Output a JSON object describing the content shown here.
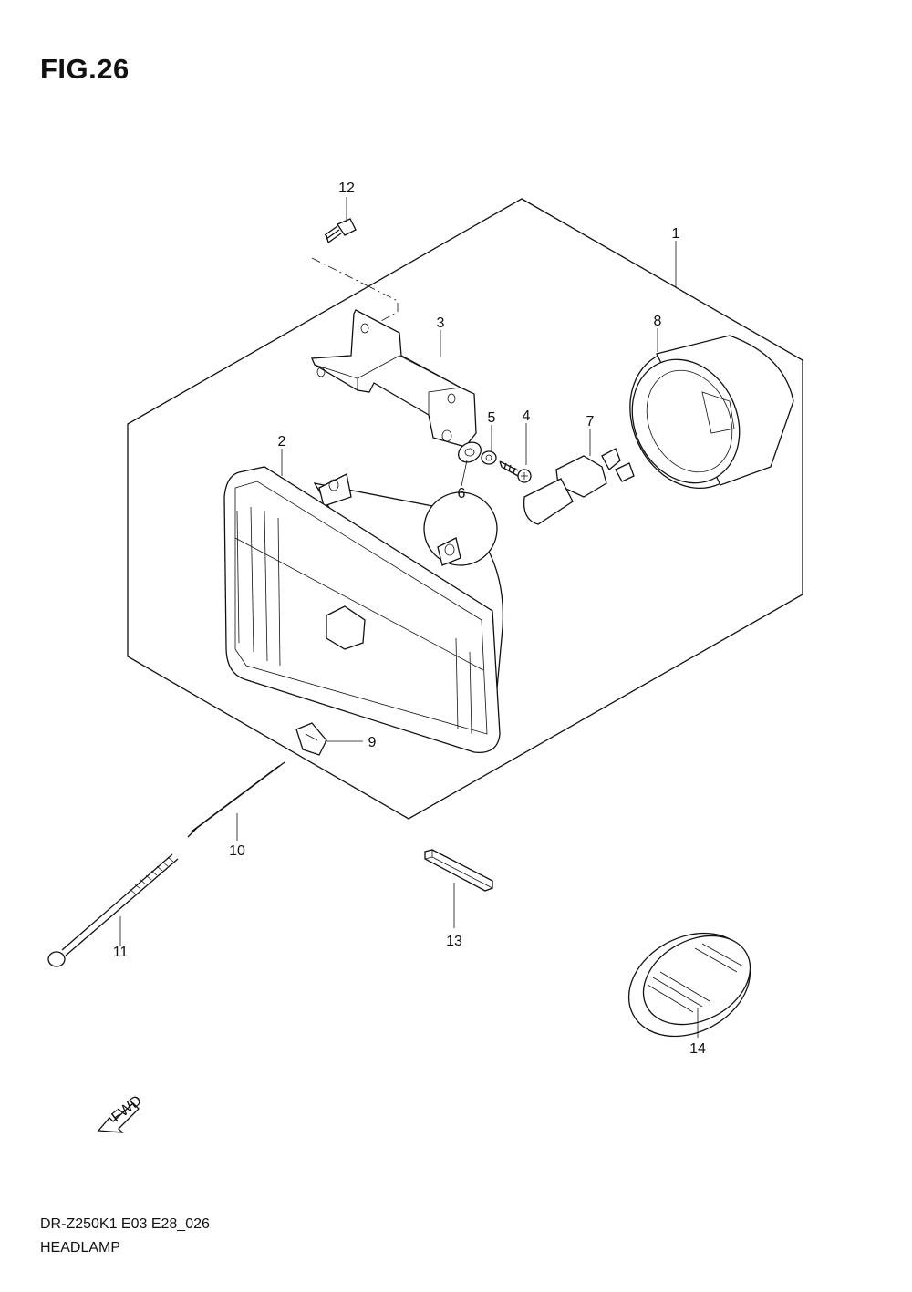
{
  "figure": {
    "title": "FIG.26",
    "model_code": "DR-Z250K1 E03 E28_026",
    "caption": "HEADLAMP",
    "fwd_label": "FWD"
  },
  "callouts": [
    {
      "id": "1",
      "label": "1"
    },
    {
      "id": "2",
      "label": "2"
    },
    {
      "id": "3",
      "label": "3"
    },
    {
      "id": "4",
      "label": "4"
    },
    {
      "id": "5",
      "label": "5"
    },
    {
      "id": "6",
      "label": "6"
    },
    {
      "id": "7",
      "label": "7"
    },
    {
      "id": "8",
      "label": "8"
    },
    {
      "id": "9",
      "label": "9"
    },
    {
      "id": "10",
      "label": "10"
    },
    {
      "id": "11",
      "label": "11"
    },
    {
      "id": "12",
      "label": "12"
    },
    {
      "id": "13",
      "label": "13"
    },
    {
      "id": "14",
      "label": "14"
    }
  ]
}
